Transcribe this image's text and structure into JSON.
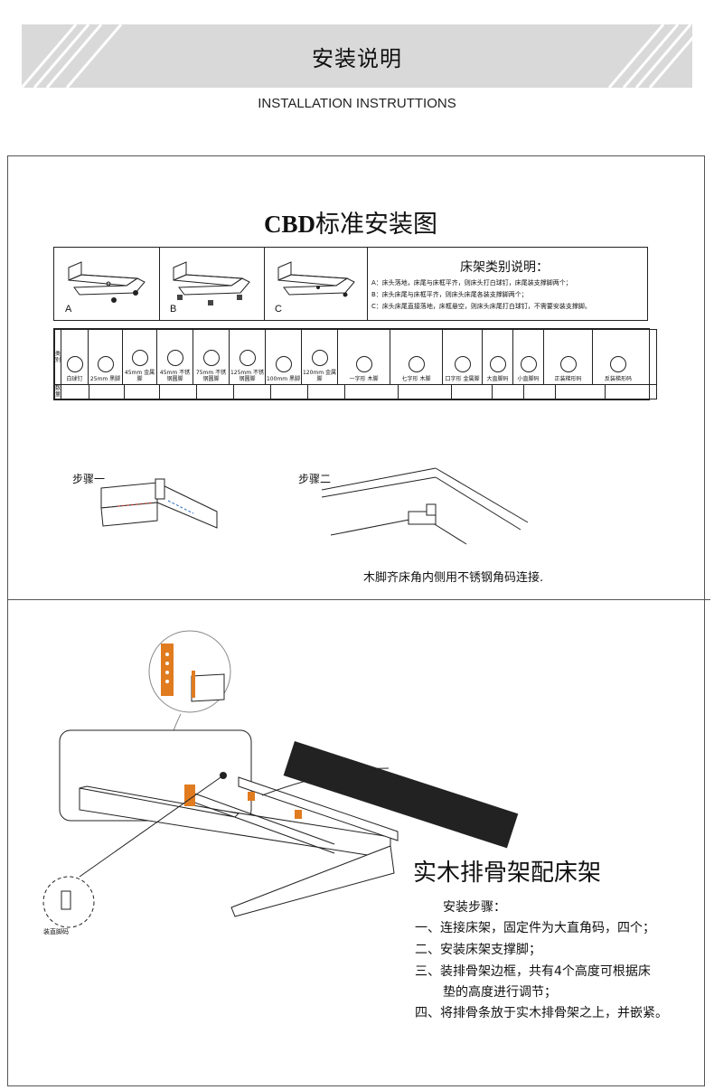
{
  "banner": {
    "title": "安装说明",
    "subtitle": "INSTALLATION INSTRUTTIONS"
  },
  "standard": {
    "heading_latin": "CBD",
    "heading_cn": "标准安装图",
    "types": [
      "A",
      "B",
      "C"
    ],
    "legend_title": "床架类别说明：",
    "legend": [
      "A：床头落地，床尾与床框平齐，则床头打白球钉，床尾装支撑脚两个；",
      "B：床头床尾与床框平齐，则床头床尾各装支撑脚两个；",
      "C：床头床尾直接落地，床框悬空，则床头床尾打白球钉，不需要安装支撑脚。"
    ]
  },
  "parts_table": {
    "row_headers": [
      "类别",
      "数量"
    ],
    "parts": [
      {
        "name": "白球钉",
        "icon": "white-ball-nail-icon"
      },
      {
        "name": "25mm 黑脚",
        "icon": "black-foot-25-icon"
      },
      {
        "name": "45mm 金属脚",
        "icon": "metal-foot-45-icon"
      },
      {
        "name": "45mm 不锈钢圆脚",
        "icon": "steel-foot-45-icon"
      },
      {
        "name": "75mm 不锈钢圆脚",
        "icon": "steel-foot-75-icon"
      },
      {
        "name": "125mm 不锈钢圆脚",
        "icon": "steel-foot-125-icon"
      },
      {
        "name": "100mm 黑脚",
        "icon": "black-foot-100-icon"
      },
      {
        "name": "120mm 金属脚",
        "icon": "metal-foot-120-icon"
      },
      {
        "name": "一字形 木脚",
        "icon": "straight-wood-foot-icon"
      },
      {
        "name": "七字形 木脚",
        "icon": "l-wood-foot-icon"
      },
      {
        "name": "口字形 金属脚",
        "icon": "square-metal-foot-icon"
      },
      {
        "name": "大直脚码",
        "icon": "large-bracket-icon"
      },
      {
        "name": "小直脚码",
        "icon": "small-bracket-icon"
      },
      {
        "name": "正装梯形码",
        "icon": "trapezoid-bracket-icon"
      },
      {
        "name": "反装梯形码",
        "icon": "reverse-trapezoid-bracket-icon"
      }
    ]
  },
  "steps_diagram": {
    "step1": "步骤一",
    "step2": "步骤二",
    "note": "木脚齐床角内侧用不锈钢角码连接."
  },
  "slat_section": {
    "bracket_label": "装直脚码",
    "title": "实木排骨架配床架",
    "steps_title": "安装步骤：",
    "steps": [
      "一、连接床架，固定件为大直角码，四个；",
      "二、安装床架支撑脚；",
      "三、装排骨架边框，共有4个高度可根据床",
      "垫的高度进行调节；",
      "四、将排骨条放于实木排骨架之上，并嵌紧。"
    ]
  }
}
